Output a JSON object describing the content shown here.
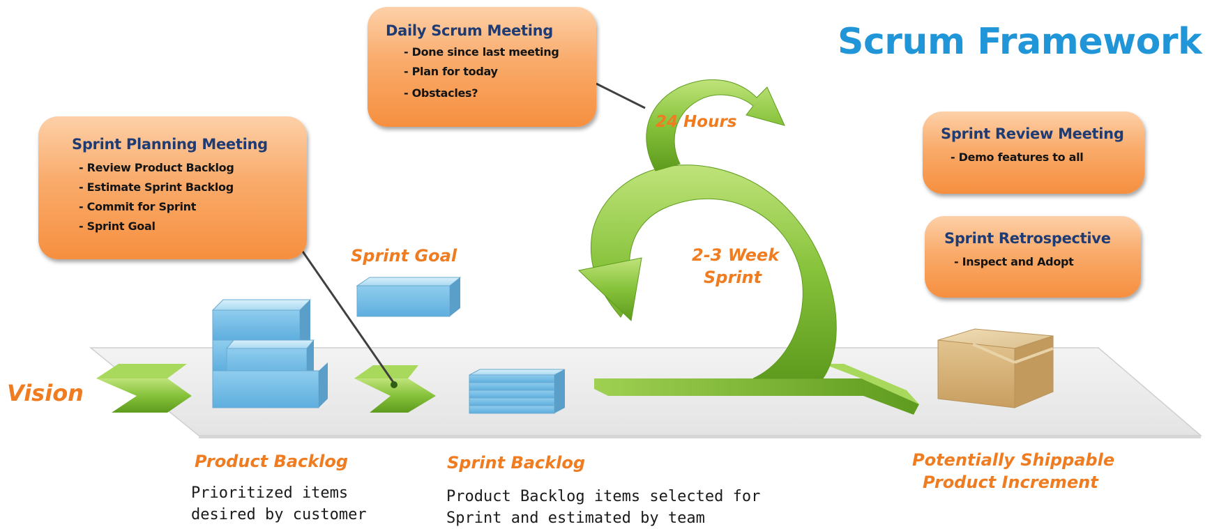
{
  "title": "Scrum Framework",
  "vision": "Vision",
  "daily_scrum": {
    "title": "Daily Scrum Meeting",
    "items": [
      "- Done since last meeting",
      "- Plan for today",
      "- Obstacles?"
    ]
  },
  "sprint_planning": {
    "title": "Sprint Planning Meeting",
    "items": [
      "- Review Product Backlog",
      "- Estimate Sprint Backlog",
      "- Commit for Sprint",
      "- Sprint Goal"
    ]
  },
  "sprint_review": {
    "title": "Sprint Review Meeting",
    "items": [
      "- Demo features to all"
    ]
  },
  "sprint_retrospective": {
    "title": "Sprint Retrospective",
    "items": [
      "- Inspect and Adopt"
    ]
  },
  "cycle_labels": {
    "daily": "24 Hours",
    "sprint_line1": "2-3 Week",
    "sprint_line2": "Sprint"
  },
  "sprint_goal": "Sprint Goal",
  "product_backlog": {
    "label": "Product Backlog",
    "desc_line1": "Prioritized items",
    "desc_line2": "desired by customer"
  },
  "sprint_backlog": {
    "label": "Sprint Backlog",
    "desc_line1": "Product Backlog items selected for",
    "desc_line2": "Sprint and estimated by team"
  },
  "increment": {
    "line1": "Potentially Shippable",
    "line2": "Product Increment"
  },
  "colors": {
    "accent_orange": "#f07c21",
    "title_blue": "#2096d8",
    "box_orange": "#f9ab6b",
    "arrow_green": "#7dbd2a",
    "block_blue": "#7ec3e6",
    "package_tan": "#d4b07a"
  }
}
